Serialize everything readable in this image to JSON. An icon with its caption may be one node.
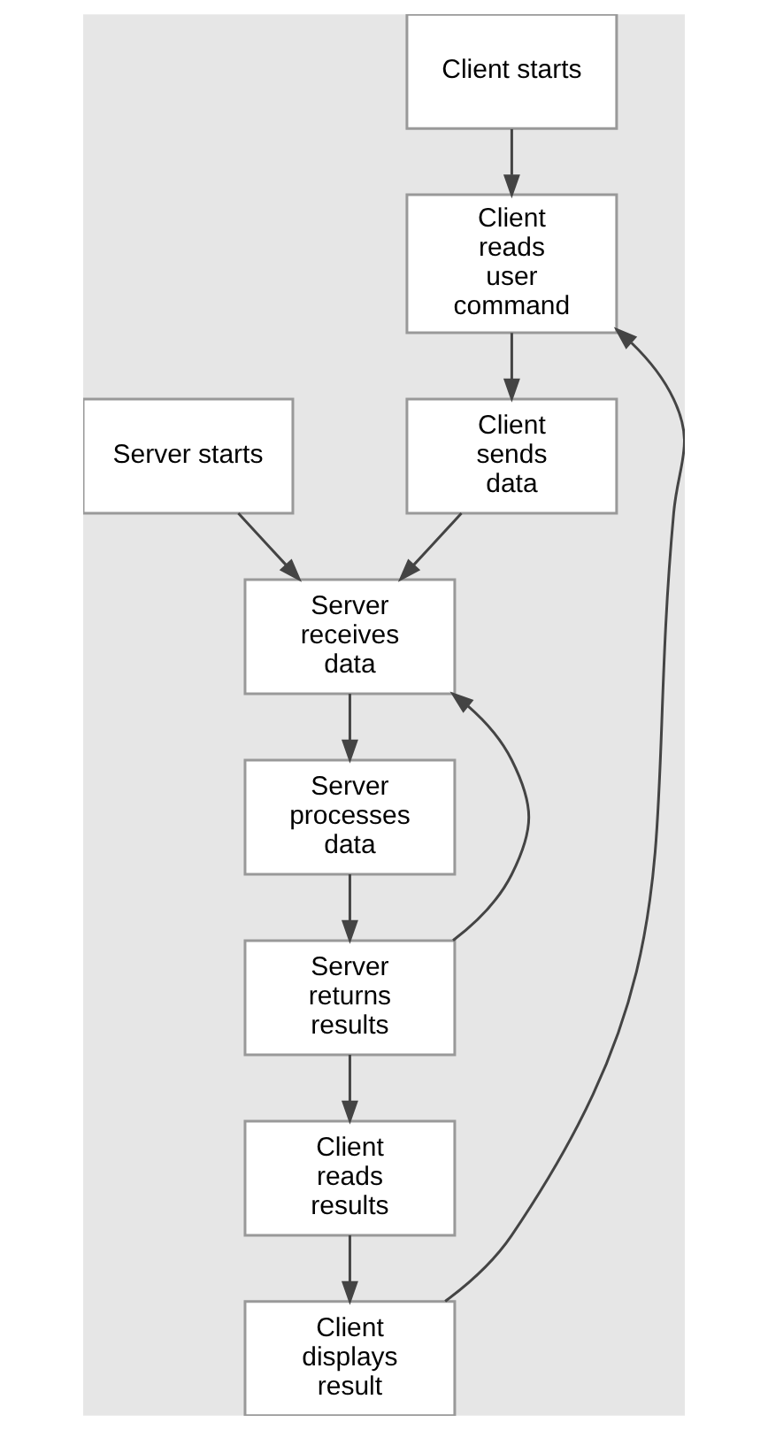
{
  "diagram": {
    "nodes": [
      {
        "text": [
          "Server starts"
        ]
      },
      {
        "text": [
          "Client starts"
        ]
      },
      {
        "text": [
          "Client reads user command"
        ]
      },
      {
        "text": [
          "Client sends data"
        ]
      },
      {
        "text": [
          "Server receives data"
        ]
      },
      {
        "text": [
          "Server processes data"
        ]
      },
      {
        "text": [
          "Server returns results"
        ]
      },
      {
        "text": [
          "Client reads results"
        ]
      },
      {
        "text": [
          "Client displays result"
        ]
      }
    ],
    "edges": [
      {
        "from": 1,
        "to": 2,
        "arrow": "to"
      },
      {
        "from": 2,
        "to": 3,
        "arrow": "to"
      },
      {
        "from": 0,
        "to": 4,
        "arrow": "to"
      },
      {
        "from": 3,
        "to": 4,
        "arrow": "to"
      },
      {
        "from": 4,
        "to": 5,
        "arrow": "to"
      },
      {
        "from": 5,
        "to": 6,
        "arrow": "to"
      },
      {
        "from": 6,
        "to": 4,
        "arrow": "to"
      },
      {
        "from": 6,
        "to": 7,
        "arrow": "to"
      },
      {
        "from": 7,
        "to": 8,
        "arrow": "to"
      },
      {
        "from": 8,
        "to": 2,
        "arrow": "to"
      }
    ]
  }
}
